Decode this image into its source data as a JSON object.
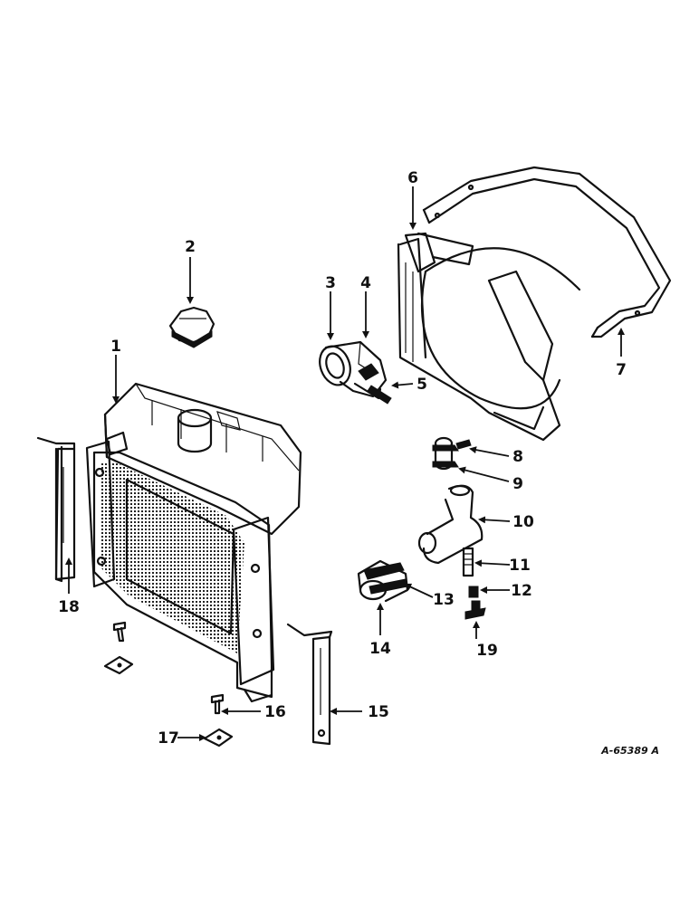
{
  "callouts": [
    "1",
    "2",
    "3",
    "4",
    "5",
    "6",
    "7",
    "8",
    "9",
    "10",
    "11",
    "12",
    "13",
    "14",
    "15",
    "16",
    "17",
    "18",
    "19"
  ],
  "reference": "A-65389 A"
}
